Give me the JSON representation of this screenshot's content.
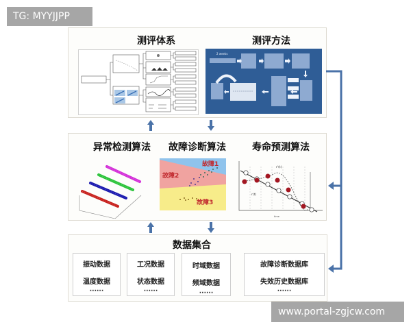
{
  "watermarks": {
    "top": "TG: MYYJJPP",
    "bottom": "www.portal-zgjcw.com"
  },
  "colors": {
    "arrow": "#4a72a8",
    "method_bg": "#2f5d96",
    "panel_border": "#dedbd2",
    "fault_region_1": "#8fc3ec",
    "fault_region_2": "#f0a3a0",
    "fault_region_3": "#f7ec8a",
    "fault_label": "#c0282d",
    "life_point": "#a31621"
  },
  "evaluation_layer": {
    "system_title": "测评体系",
    "method_title": "测评方法",
    "system_figure": "metrics-tree-diagram",
    "method_figure": "evaluation-flowchart"
  },
  "algorithm_layer": {
    "anomaly_title": "异常检测算法",
    "fault_title": "故障诊断算法",
    "life_title": "寿命预测算法",
    "fault_labels": [
      "故障1",
      "故障2",
      "故障3"
    ],
    "anomaly_figure": "3d-waveform-plot",
    "life_figure": "rul-prediction-chart"
  },
  "data_layer": {
    "title": "数据集合",
    "boxes": [
      {
        "items": [
          "振动数据",
          "温度数据"
        ],
        "more": "······"
      },
      {
        "items": [
          "工况数据",
          "状态数据"
        ],
        "more": "······"
      },
      {
        "items": [
          "时域数据",
          "频域数据"
        ],
        "more": "······"
      },
      {
        "items": [
          "故障诊断数据库",
          "失效历史数据库"
        ],
        "more": "······"
      }
    ]
  },
  "connectors": [
    {
      "from": "algorithm_layer",
      "to": "evaluation_layer.system",
      "direction": "up"
    },
    {
      "from": "evaluation_layer.method",
      "to": "algorithm_layer",
      "direction": "down"
    },
    {
      "from": "data_layer",
      "to": "algorithm_layer",
      "direction": "up"
    },
    {
      "from": "algorithm_layer",
      "to": "data_layer",
      "direction": "down"
    },
    {
      "from": "evaluation_layer.method",
      "to": "algorithm_layer",
      "direction": "right-side-feedback"
    },
    {
      "from": "evaluation_layer.method",
      "to": "data_layer",
      "direction": "right-side-feedback"
    }
  ]
}
